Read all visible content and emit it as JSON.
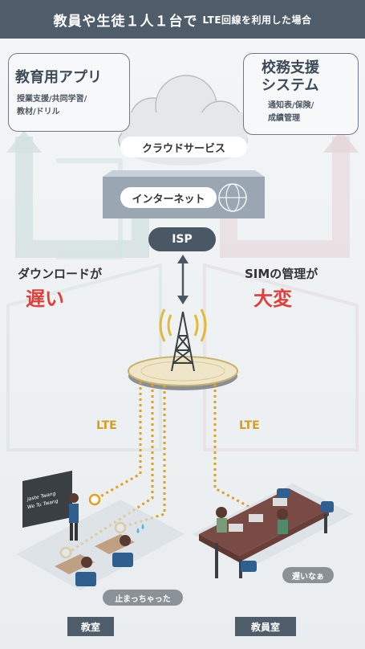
{
  "header": {
    "title": "教員や生徒１人１台で",
    "subtitle": "LTE回線を利用した場合"
  },
  "left_box": {
    "title": "教育用アプリ",
    "line1": "授業支援/共同学習/",
    "line2": "教材/ドリル"
  },
  "right_box": {
    "title1": "校務支援",
    "title2": "システム",
    "line1": "通知表/保険/",
    "line2": "成績管理"
  },
  "cloud_label": "クラウドサービス",
  "internet_label": "インターネット",
  "isp_label": "ISP",
  "left_note": {
    "line1": "ダウンロードが",
    "line2": "遅い"
  },
  "right_note": {
    "line1": "SIMの管理が",
    "line2": "大変"
  },
  "lte_left": "LTE",
  "lte_right": "LTE",
  "blackboard": {
    "line1": "Jaste Twang",
    "line2": "We Tu Twang"
  },
  "bubble_left": "止まっちゃった",
  "bubble_right": "遅いなぁ",
  "label_classroom": "教室",
  "label_staffroom": "教員室",
  "colors": {
    "accent_red": "#e0403a",
    "lte_orange": "#d79d1c",
    "dark": "#4f5c6a"
  }
}
